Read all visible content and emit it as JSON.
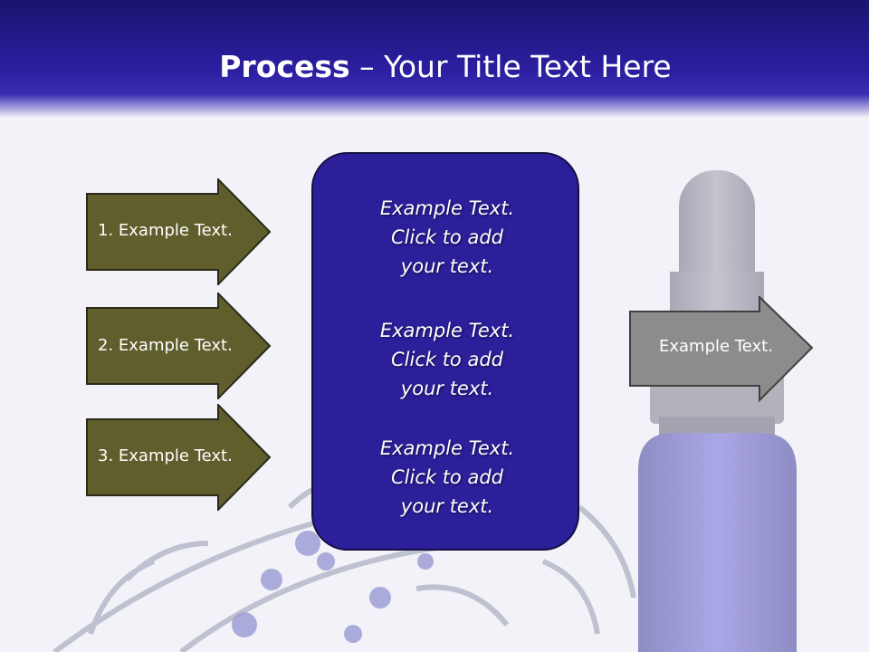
{
  "title": {
    "bold": "Process",
    "rest": " – Your Title Text Here"
  },
  "left_arrows": [
    {
      "label": "1. Example Text."
    },
    {
      "label": "2. Example Text."
    },
    {
      "label": "3. Example Text."
    }
  ],
  "center_box": {
    "blocks": [
      {
        "lines": [
          "Example Text.",
          "Click  to add",
          "your text."
        ]
      },
      {
        "lines": [
          "Example Text.",
          "Click  to add",
          "your text."
        ]
      },
      {
        "lines": [
          "Example Text.",
          "Click  to add",
          "your text."
        ]
      }
    ]
  },
  "right_arrow": {
    "label": "Example Text."
  },
  "colors": {
    "header": "#2b1fa0",
    "left_arrow_fill": "#5f5e2c",
    "center_box_fill": "#2b1f9a",
    "right_arrow_fill": "#8c8c8c",
    "background": "#f2f2f8"
  },
  "background_image": {
    "icon": "dropper-bottle-and-rosemary-photo"
  }
}
